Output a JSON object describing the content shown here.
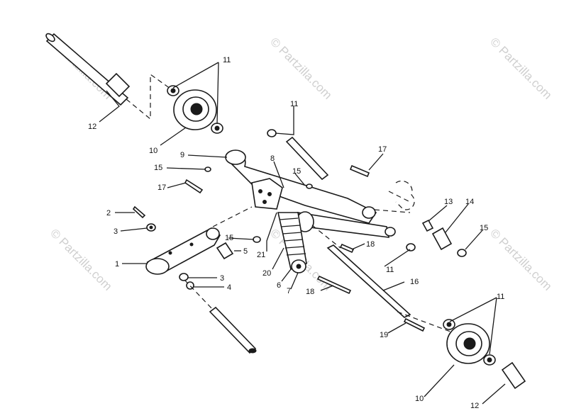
{
  "watermark": "© Partzilla.com",
  "callouts": {
    "n1": "1",
    "n2": "2",
    "n3a": "3",
    "n3b": "3",
    "n4": "4",
    "n5": "5",
    "n6": "6",
    "n7": "7",
    "n8": "8",
    "n9": "9",
    "n10a": "10",
    "n10b": "10",
    "n11a": "11",
    "n11b": "11",
    "n11c": "11",
    "n11d": "11",
    "n12a": "12",
    "n12b": "12",
    "n13": "13",
    "n14": "14",
    "n15a": "15",
    "n15b": "15",
    "n15c": "15",
    "n15d": "15",
    "n16": "16",
    "n17a": "17",
    "n17b": "17",
    "n18a": "18",
    "n18b": "18",
    "n19": "19",
    "n20": "20",
    "n21": "21"
  }
}
